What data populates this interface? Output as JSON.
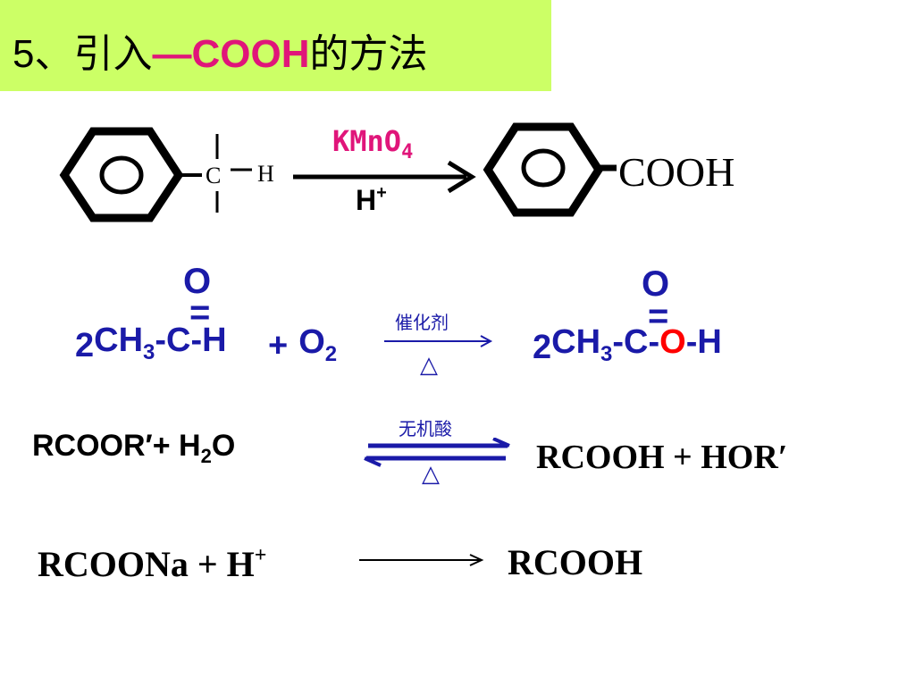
{
  "colors": {
    "title_bg": "#ccff66",
    "accent": "#e0157a",
    "blue": "#1a1aa8",
    "red": "#ff0000",
    "black": "#000000"
  },
  "title": {
    "prefix": "5、引入",
    "highlight": "—COOH",
    "suffix": "的方法"
  },
  "reaction1": {
    "c_label": "C",
    "h_label": "H",
    "reagent": "KMnO",
    "reagent_sub": "4",
    "condition": "H",
    "condition_sup": "+",
    "product_group": "COOH"
  },
  "reaction2": {
    "coef1": "2",
    "r1_part1": "CH",
    "r1_sub": "3",
    "r1_part2": "-C-H",
    "r1_o": "O",
    "r1_dbl": "=",
    "plus": "+",
    "o2": "O",
    "o2_sub": "2",
    "catalyst": "催化剂",
    "heat": "△",
    "coef2": "2",
    "p_part1": "CH",
    "p_sub": "3",
    "p_part2": "-C-",
    "p_o_red": "O",
    "p_part3": "-H",
    "p_o": "O",
    "p_dbl": "="
  },
  "reaction3": {
    "reactant": "RCOOR′+ H",
    "reactant_sub": "2",
    "reactant_end": "O",
    "catalyst": "无机酸",
    "heat": "△",
    "product": "RCOOH + HOR′"
  },
  "reaction4": {
    "reactant": "RCOONa  +  H",
    "reactant_sup": "+",
    "product": "RCOOH"
  }
}
